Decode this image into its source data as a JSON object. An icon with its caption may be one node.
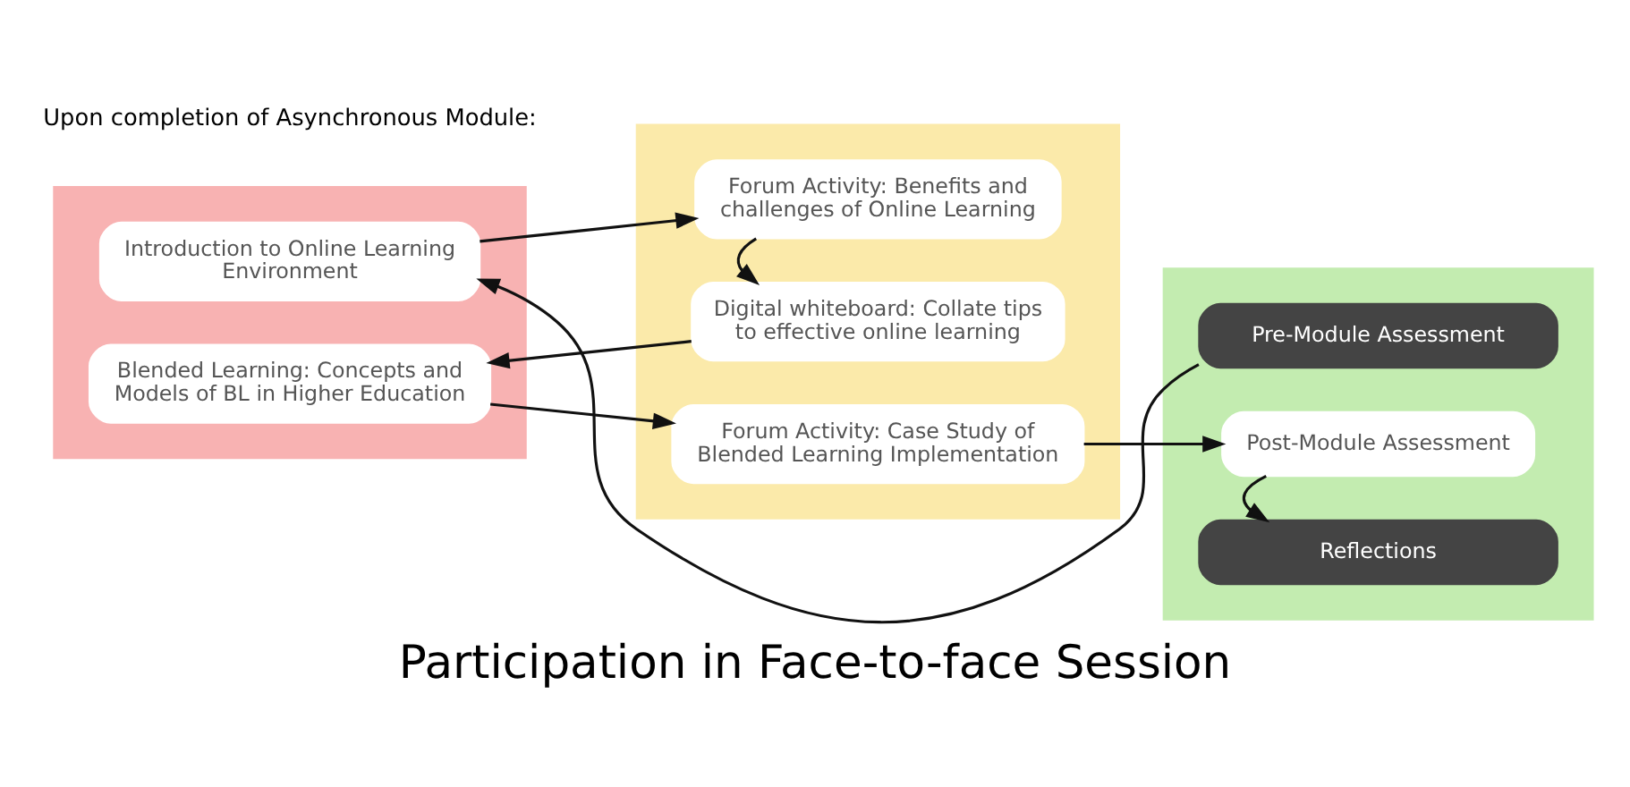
{
  "diagram": {
    "caption": "Participation in Face-to-face Session",
    "nodes": [
      {
        "text": [],
        "shape": "box"
      },
      {
        "text": [],
        "shape": "box"
      },
      {
        "text": [],
        "shape": "box"
      },
      {
        "text": [
          "Pre-Module Assessment"
        ],
        "in": 2
      },
      {
        "text": [
          "Introduction to Online Learning Environment"
        ],
        "in": 0
      },
      {
        "text": [
          "Forum Activity: Benefits and challenges of Online Learning"
        ],
        "in": 1
      },
      {
        "text": [
          "Digital whiteboard: Collate tips to effective online learning"
        ],
        "in": 1
      },
      {
        "text": [
          "Blended Learning: Concepts and Models of BL in Higher Education"
        ],
        "in": 0
      },
      {
        "text": [
          "Forum Activity: Case Study of Blended Learning Implementation"
        ],
        "in": 1
      },
      {
        "text": [
          "Post-Module Assessment"
        ],
        "in": 2
      },
      {
        "text": [
          "Reflections"
        ],
        "in": 2
      }
    ],
    "edges": [
      {
        "from": 3,
        "to": 4,
        "arrow": "to"
      },
      {
        "from": 4,
        "to": 5,
        "arrow": "to"
      },
      {
        "from": 5,
        "to": 6,
        "arrow": "to"
      },
      {
        "from": 6,
        "to": 7,
        "arrow": "to"
      },
      {
        "from": 7,
        "to": 8,
        "arrow": "to"
      },
      {
        "from": 8,
        "to": 9,
        "arrow": "to"
      },
      {
        "from": 9,
        "to": 10,
        "arrow": "to"
      }
    ],
    "labels": [
      "Upon completion of Asynchronous Module:"
    ]
  }
}
